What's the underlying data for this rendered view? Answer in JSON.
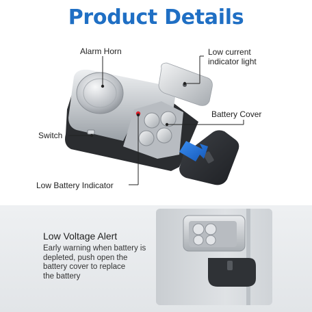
{
  "header": {
    "title": "Product Details"
  },
  "callouts": {
    "alarm_horn": "Alarm Horn",
    "low_current": "Low current\nindicator light",
    "battery_cover": "Battery Cover",
    "switch": "Switch",
    "low_battery": "Low Battery Indicator"
  },
  "panel": {
    "title": "Low Voltage Alert",
    "description": "Early warning when battery is\ndepleted, push open the\nbattery cover to replace\nthe battery"
  },
  "colors": {
    "title_blue": "#1f6fc4",
    "arrow_blue": "#1b6fd6",
    "indicator_red": "#e0212a",
    "device_silver": "#c9ccd0",
    "cover_dark": "#2d2f33"
  }
}
